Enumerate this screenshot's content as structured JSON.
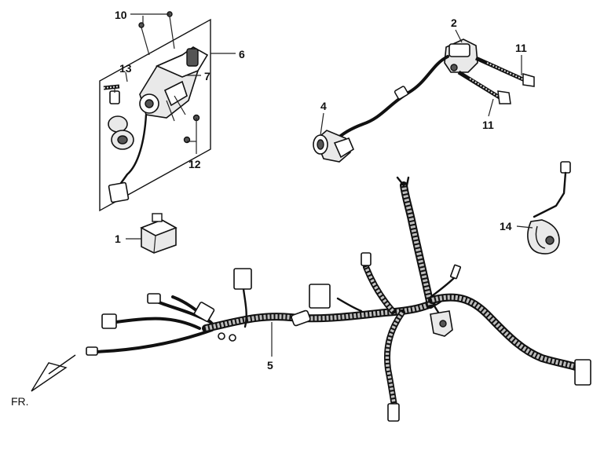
{
  "labels": {
    "p1": "1",
    "p2": "2",
    "p4": "4",
    "p5": "5",
    "p6": "6",
    "p7": "7",
    "p10": "10",
    "p11a": "11",
    "p11b": "11",
    "p12": "12",
    "p13": "13",
    "p14": "14",
    "direction": "FR."
  }
}
